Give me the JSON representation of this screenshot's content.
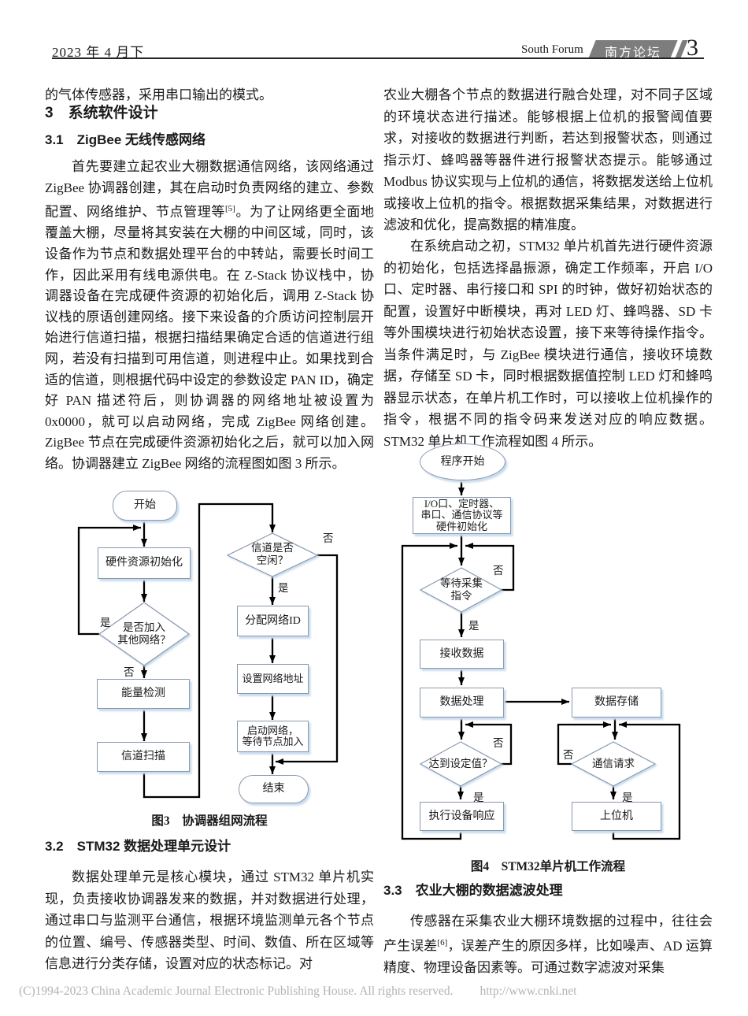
{
  "header": {
    "date": "2023 年 4 月下",
    "journal_en": "South Forum",
    "journal_cn": "南方论坛",
    "page_number": "3"
  },
  "left_column": {
    "para_continuation": "的气体传感器，采用串口输出的模式。",
    "h_section": "3　系统软件设计",
    "h_31": "3.1　ZigBee 无线传感网络",
    "para_zigbee_a": "首先要建立起农业大棚数据通信网络，该网络通过 ZigBee 协调器创建，其在启动时负责网络的建立、参数配置、网络维护、节点管理等",
    "ref5": "[5]",
    "para_zigbee_b": "。为了让网络更全面地覆盖大棚，尽量将其安装在大棚的中间区域，同时，该设备作为节点和数据处理平台的中转站，需要长时间工作，因此采用有线电源供电。在 Z-Stack 协议栈中，协调器设备在完成硬件资源的初始化后，调用 Z-Stack 协议栈的原语创建网络。接下来设备的介质访问控制层开始进行信道扫描，根据扫描结果确定合适的信道进行组网，若没有扫描到可用信道，则进程中止。如果找到合适的信道，则根据代码中设定的参数设定 PAN ID，确定好 PAN 描述符后，则协调器的网络地址被设置为 0x0000，就可以启动网络，完成 ZigBee 网络创建。ZigBee 节点在完成硬件资源初始化之后，就可以加入网络。协调器建立 ZigBee 网络的流程图如图 3 所示。",
    "h_32": "3.2　STM32 数据处理单元设计",
    "para_stm32": "数据处理单元是核心模块，通过 STM32 单片机实现，负责接收协调器发来的数据，并对数据进行处理，通过串口与监测平台通信，根据环境监测单元各个节点的位置、编号、传感器类型、时间、数值、所在区域等信息进行分类存储，设置对应的状态标记。对"
  },
  "right_column": {
    "para_fusion": "农业大棚各个节点的数据进行融合处理，对不同子区域的环境状态进行描述。能够根据上位机的报警阈值要求，对接收的数据进行判断，若达到报警状态，则通过指示灯、蜂鸣器等器件进行报警状态提示。能够通过 Modbus 协议实现与上位机的通信，将数据发送给上位机或接收上位机的指令。根据数据采集结果，对数据进行滤波和优化，提高数据的精准度。",
    "para_boot": "在系统启动之初，STM32 单片机首先进行硬件资源的初始化，包括选择晶振源，确定工作频率，开启 I/O 口、定时器、串行接口和 SPI 的时钟，做好初始状态的配置，设置好中断模块，再对 LED 灯、蜂鸣器、SD 卡等外围模块进行初始状态设置，接下来等待操作指令。当条件满足时，与 ZigBee 模块进行通信，接收环境数据，存储至 SD 卡，同时根据数据值控制 LED 灯和蜂鸣器显示状态，在单片机工作时，可以接收上位机操作的指令，根据不同的指令码来发送对应的响应数据。STM32 单片机工作流程如图 4 所示。",
    "h_33": "3.3　农业大棚的数据滤波处理",
    "para_filter_a": "传感器在采集农业大棚环境数据的过程中，往往会产生误差",
    "ref6": "[6]",
    "para_filter_b": "，误差产生的原因多样，比如噪声、AD 运算精度、物理设备因素等。可通过数字滤波对采集"
  },
  "fig3": {
    "caption": "图3　协调器组网流程",
    "nodes": {
      "start": "开始",
      "hw_init": "硬件资源初始化",
      "join_q_l1": "是否加入",
      "join_q_l2": "其他网络？",
      "energy": "能量检测",
      "scan": "信道扫描",
      "idle_q_l1": "信道是否",
      "idle_q_l2": "空闲？",
      "assign": "分配网络ID",
      "set_addr": "设置网络地址",
      "start_net_l1": "启动网络，",
      "start_net_l2": "等待节点加入",
      "end": "结束"
    },
    "labels": {
      "yes": "是",
      "no": "否"
    }
  },
  "fig4": {
    "caption": "图4　STM32单片机工作流程",
    "nodes": {
      "start": "程序开始",
      "init_l1": "I/O口、定时器、",
      "init_l2": "串口、通信协议等",
      "init_l3": "硬件初始化",
      "wait_l1": "等待采集",
      "wait_l2": "指令",
      "recv": "接收数据",
      "process": "数据处理",
      "store": "数据存储",
      "threshold_q": "达到设定值？",
      "exec": "执行设备响应",
      "comm_q": "通信请求",
      "host": "上位机"
    },
    "labels": {
      "yes": "是",
      "no": "否"
    }
  },
  "footer": {
    "copyright": "(C)1994-2023 China Academic Journal Electronic Publishing House. All rights reserved.",
    "url": "http://www.cnki.net"
  },
  "colors": {
    "badge": "#7d7d7d",
    "node_border": "#8a99ac",
    "node_shadow": "#c9dcee",
    "connector": "#000000",
    "footer_text": "#b3b3b3"
  }
}
